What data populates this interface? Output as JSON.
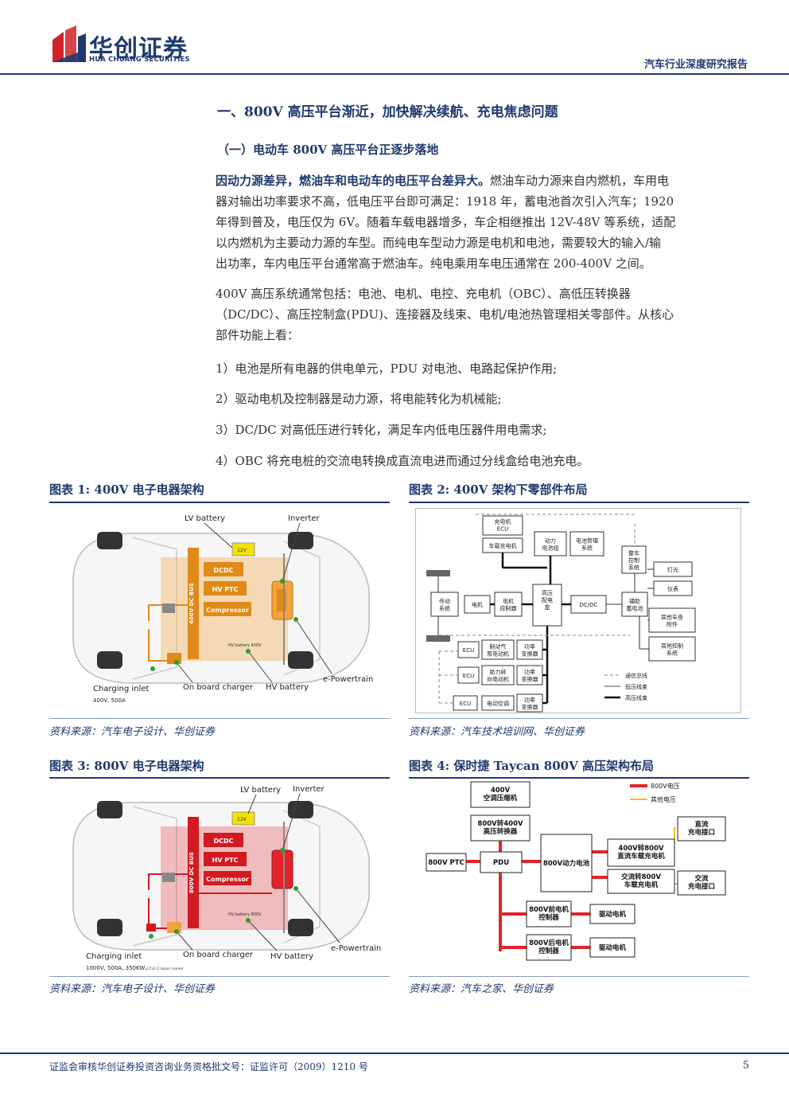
{
  "header": {
    "brand_cn": "华创证券",
    "brand_en": "HUA CHUANG SECURITIES",
    "report_type": "汽车行业深度研究报告"
  },
  "section": {
    "h1": "一、800V 高压平台渐近，加快解决续航、充电焦虑问题",
    "h2": "（一）电动车 800V 高压平台正逐步落地"
  },
  "body": {
    "p1_bold": "因动力源差异，燃油车和电动车的电压平台差异大。",
    "p1_lines": [
      "燃油车动力源来自内燃机，车用电",
      "器对输出功率要求不高，低电压平台即可满足：1918 年，蓄电池首次引入汽车；1920",
      "年得到普及，电压仅为 6V。随着车载电器增多，车企相继推出 12V-48V 等系统，适配",
      "以内燃机为主要动力源的车型。而纯电车型动力源是电机和电池，需要较大的输入/输",
      "出功率，车内电压平台通常高于燃油车。纯电乘用车电压通常在 200-400V 之间。"
    ],
    "p2_lines": [
      "400V 高压系统通常包括：电池、电机、电控、充电机（OBC）、高低压转换器",
      "（DC/DC）、高压控制盒(PDU)、连接器及线束、电机/电池热管理相关零部件。从核心",
      "部件功能上看："
    ],
    "items": [
      "1）电池是所有电器的供电单元，PDU 对电池、电路起保护作用;",
      "2）驱动电机及控制器是动力源，将电能转化为机械能;",
      "3）DC/DC 对高低压进行转化，满足车内低电压器件用电需求;",
      "4）OBC 将充电桩的交流电转换成直流电进而通过分线盒给电池充电。"
    ]
  },
  "figures": {
    "fig1": {
      "title": "图表 1:  400V 电子电器架构",
      "source": "资料来源：汽车电子设计、华创证券",
      "labels": {
        "lv_battery": "LV battery",
        "inverter": "Inverter",
        "dcdc": "DCDC",
        "hvptc": "HV PTC",
        "compressor": "Compressor",
        "bus": "400V DC BUS",
        "v12": "12V",
        "hv_batt_small": "HV battery 400V",
        "charging_inlet": "Charging inlet",
        "inlet_spec": "400V, 500A",
        "obc": "On board charger",
        "hv_battery": "HV battery",
        "epowertrain": "e-Powertrain"
      }
    },
    "fig2": {
      "title": "图表 2:  400V 架构下零部件布局",
      "source": "资料来源：汽车技术培训网、华创证券",
      "labels": {
        "charger_ecu": "充电机\nECU",
        "onboard_charger": "车载充电机",
        "power_battery": "动力\n电池组",
        "bms": "电池管理\n系统",
        "vcu": "整车\n控制\n系统",
        "light": "灯光",
        "meter": "仪表",
        "transmission": "传动\n系统",
        "motor": "电机",
        "motor_ctrl": "电机\n控制器",
        "hv_pdu": "高压\n配电\n盒",
        "dcdc": "DC/DC",
        "aux_battery": "辅助\n蓄电池",
        "other_body": "其他车身\n附件",
        "other_ctrl": "其他控制\n系统",
        "ecu": "ECU",
        "brake_pump": "制动气\n泵电动机",
        "power_conv": "功率\n变换器",
        "steer_motor": "助力转\n向电动机",
        "ac": "电动空调",
        "legend_comm": "通信总线",
        "legend_low": "低压线束",
        "legend_high": "高压线束"
      }
    },
    "fig3": {
      "title": "图表 3:  800V 电子电器架构",
      "source": "资料来源：汽车电子设计、华创证券",
      "labels": {
        "lv_battery": "LV battery",
        "inverter": "Inverter",
        "dcdc": "DCDC",
        "hvptc": "HV PTC",
        "compressor": "Compressor",
        "bus": "800V DC BUS",
        "v12": "12V",
        "hv_batt_small": "HV battery 800V",
        "charging_inlet": "Charging inlet",
        "inlet_spec": "1000V, 500A, 350KW,",
        "inlet_spec2": "CCS2.0 liquid cooled",
        "obc": "On board charger",
        "hv_battery": "HV battery",
        "epowertrain": "e-Powertrain"
      }
    },
    "fig4": {
      "title": "图表 4:  保时捷 Taycan 800V 高压架构布局",
      "source": "资料来源：汽车之家、华创证券",
      "labels": {
        "legend_800": "800V电压",
        "legend_other": "其他电压",
        "ac_compressor": "400V\n空调压缩机",
        "conv_800_400": "800V转400V\n高压转换器",
        "ptc": "800V PTC",
        "pdu": "PDU",
        "battery": "800V动力电池",
        "dc_inlet": "直流\n充电接口",
        "dc_charger": "400V转800V\n直流车载充电机",
        "ac_charger": "交流转800V\n车载充电机",
        "ac_inlet": "交流\n充电接口",
        "front_ctrl": "800V前电机\n控制器",
        "rear_ctrl": "800V后电机\n控制器",
        "drive_motor": "驱动电机"
      }
    }
  },
  "footer": {
    "license": "证监会审核华创证券投资咨询业务资格批文号：证监许可（2009）1210 号",
    "page": "5"
  },
  "colors": {
    "brand": "#1f3a6e",
    "logo_red": "#d2232a",
    "hv_red": "#e3232a",
    "orange": "#f2a33a"
  }
}
